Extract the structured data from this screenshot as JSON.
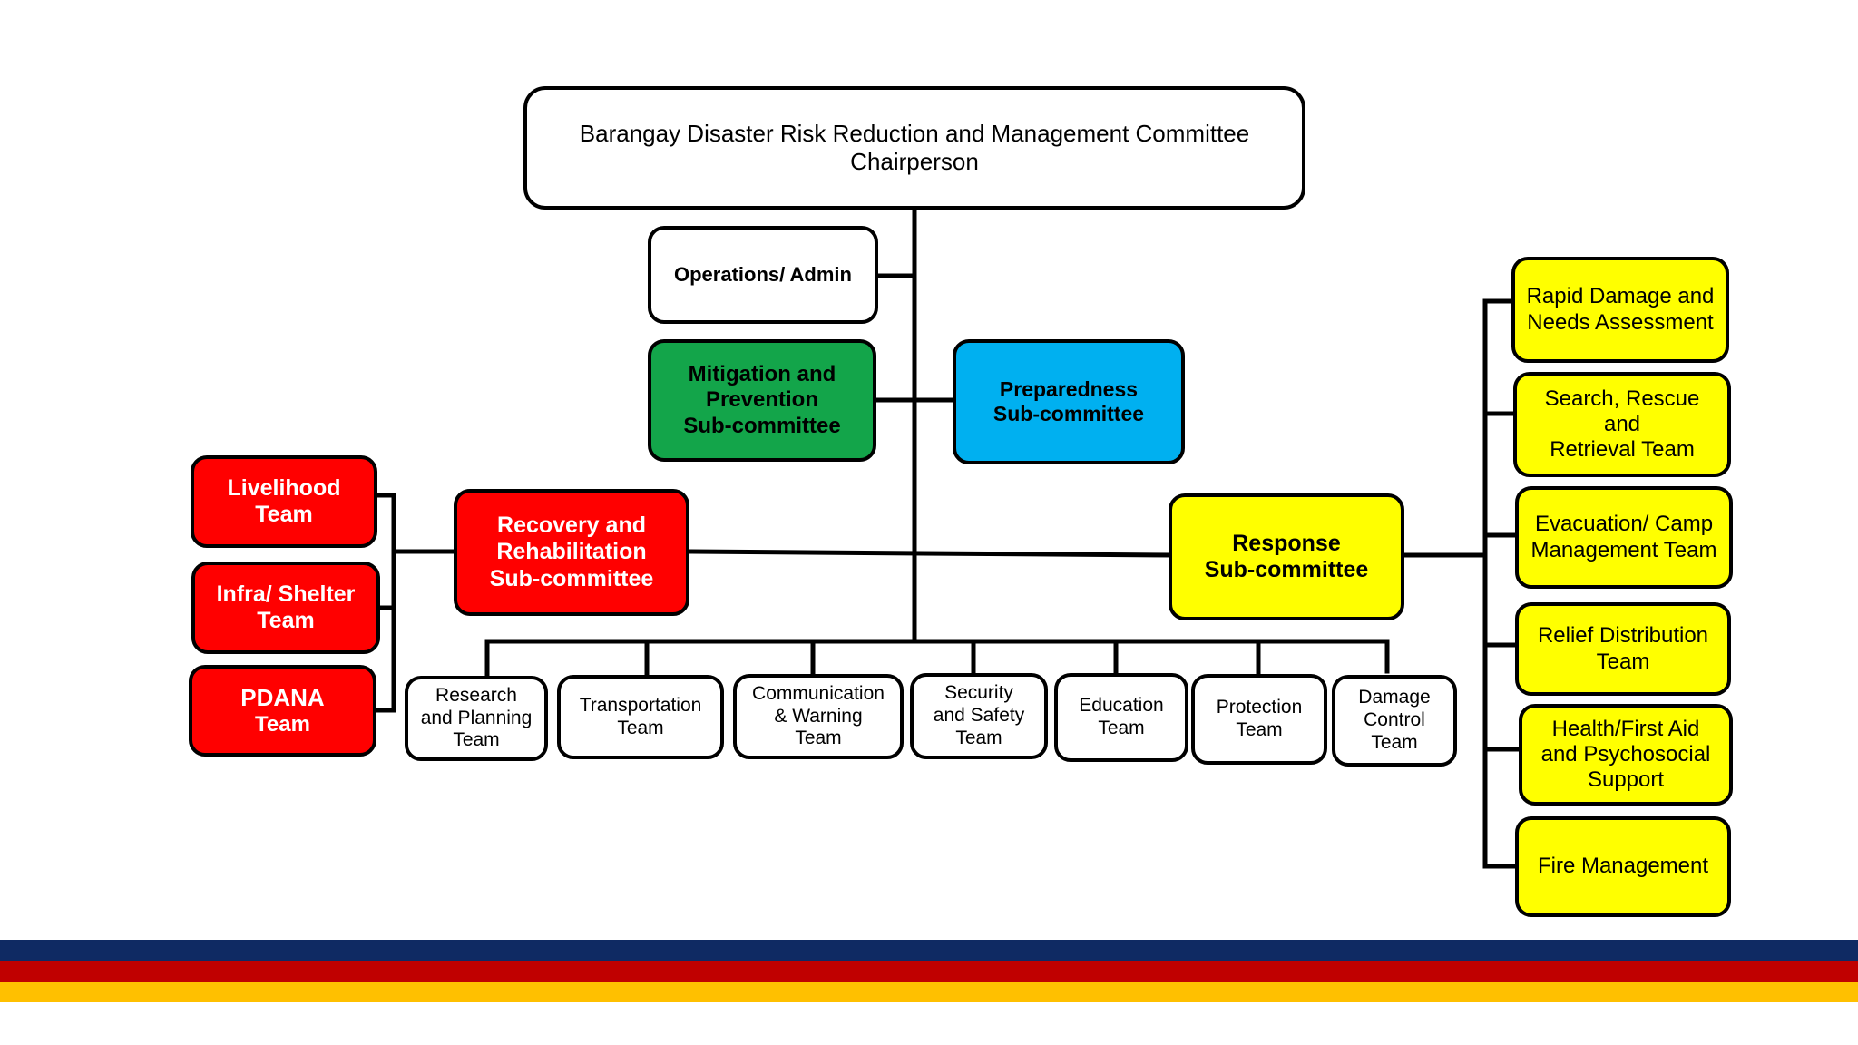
{
  "chairperson": {
    "line1": "Barangay Disaster Risk Reduction and Management Committee",
    "line2": "Chairperson"
  },
  "operations_admin": "Operations/ Admin",
  "mitigation": {
    "line1": "Mitigation and",
    "line2": "Prevention",
    "line3": "Sub-committee"
  },
  "preparedness": {
    "line1": "Preparedness",
    "line2": "Sub-committee"
  },
  "recovery": {
    "line1": "Recovery and",
    "line2": "Rehabilitation",
    "line3": "Sub-committee"
  },
  "response": {
    "line1": "Response",
    "line2": "Sub-committee"
  },
  "recovery_teams": [
    {
      "line1": "Livelihood",
      "line2": "Team"
    },
    {
      "line1": "Infra/ Shelter",
      "line2": "Team"
    },
    {
      "line1": "PDANA",
      "line2": "Team"
    }
  ],
  "response_teams": [
    {
      "line1": "Rapid Damage and",
      "line2": "Needs Assessment"
    },
    {
      "line1": "Search, Rescue and",
      "line2": "Retrieval Team"
    },
    {
      "line1": "Evacuation/ Camp",
      "line2": "Management Team"
    },
    {
      "line1": "Relief Distribution",
      "line2": "Team"
    },
    {
      "line1": "Health/First Aid",
      "line2": "and Psychosocial",
      "line3": "Support"
    },
    {
      "line1": "Fire Management"
    }
  ],
  "bottom_teams": [
    {
      "line1": "Research",
      "line2": "and Planning",
      "line3": "Team"
    },
    {
      "line1": "Transportation",
      "line2": "Team"
    },
    {
      "line1": "Communication",
      "line2": "& Warning",
      "line3": "Team"
    },
    {
      "line1": "Security",
      "line2": "and Safety",
      "line3": "Team"
    },
    {
      "line1": "Education",
      "line2": "Team"
    },
    {
      "line1": "Protection",
      "line2": "Team"
    },
    {
      "line1": "Damage",
      "line2": "Control",
      "line3": "Team"
    }
  ],
  "colors": {
    "green": "#13a54a",
    "blue": "#00b0f0",
    "red": "#ff0000",
    "yellow": "#ffff00",
    "stripe_navy": "#0f2a63",
    "stripe_red": "#c00000",
    "stripe_gold": "#ffc000"
  }
}
